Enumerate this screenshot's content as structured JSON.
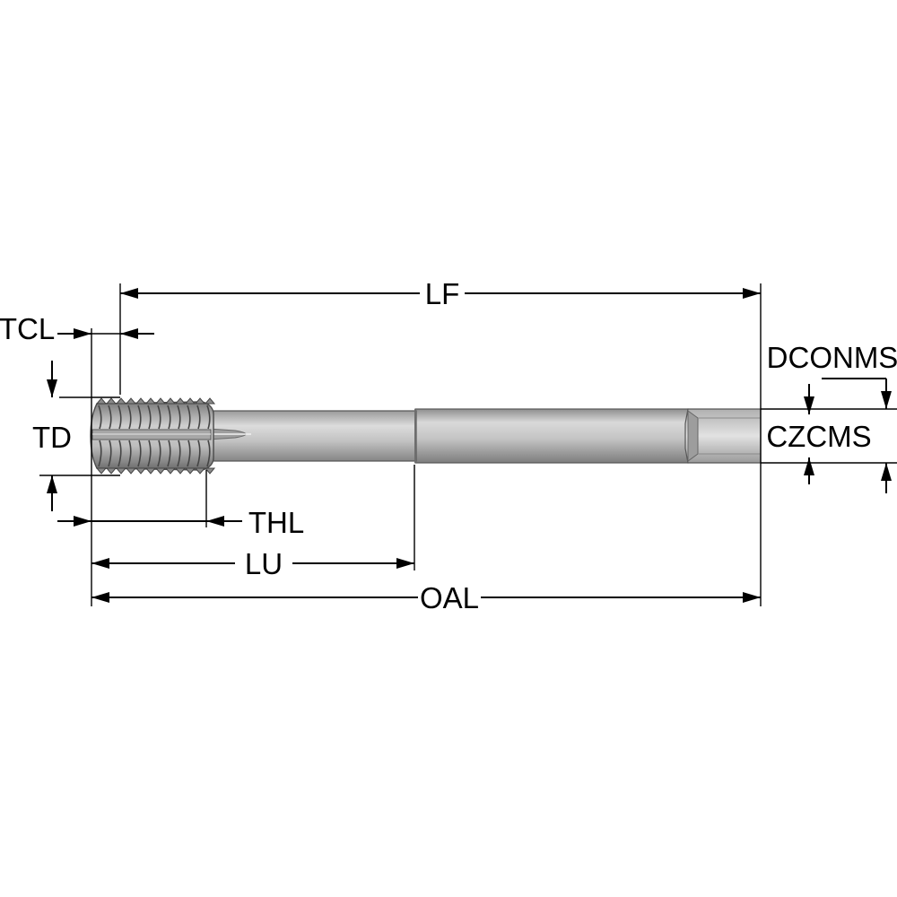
{
  "diagram": {
    "labels": {
      "lf": "LF",
      "tcl": "TCL",
      "dconms": "DCONMS",
      "td": "TD",
      "czcms": "CZCMS",
      "thl": "THL",
      "lu": "LU",
      "oal": "OAL"
    },
    "colors": {
      "background": "#ffffff",
      "lines": "#000000",
      "tool_light": "#d8d8d8",
      "tool_mid": "#a9a9a9",
      "tool_dark": "#6e6e6e"
    }
  }
}
